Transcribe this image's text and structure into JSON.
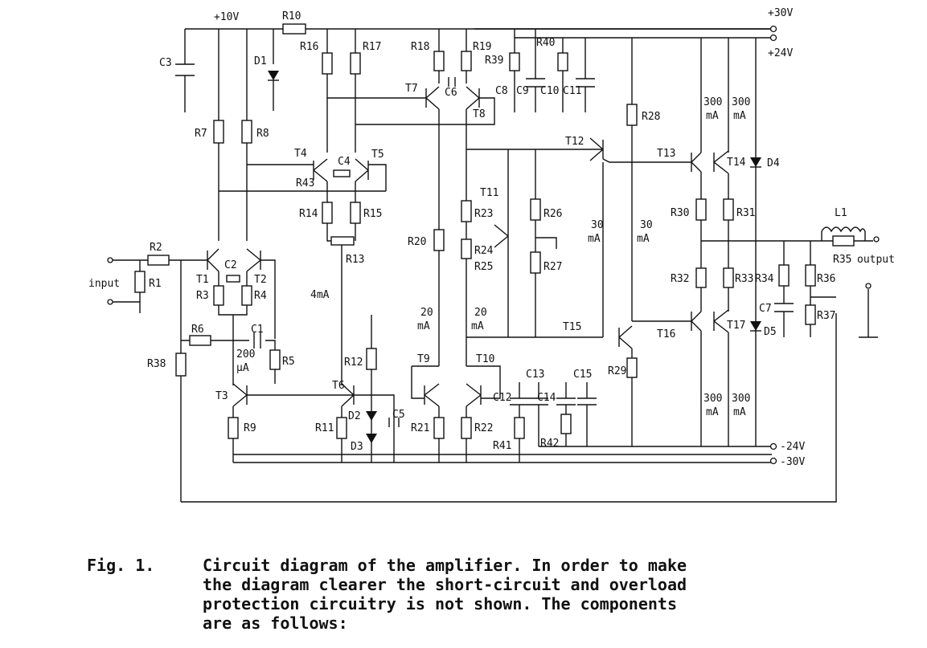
{
  "diagram": {
    "rails": {
      "v10": "+10V",
      "v30": "+30V",
      "v24": "+24V",
      "vm24": "-24V",
      "vm30": "-30V"
    },
    "io": {
      "input": "input",
      "output": "output"
    },
    "components": {
      "R1": "R1",
      "R2": "R2",
      "R3": "R3",
      "R4": "R4",
      "R5": "R5",
      "R6": "R6",
      "R7": "R7",
      "R8": "R8",
      "R9": "R9",
      "R10": "R10",
      "R11": "R11",
      "R12": "R12",
      "R13": "R13",
      "R14": "R14",
      "R15": "R15",
      "R16": "R16",
      "R17": "R17",
      "R18": "R18",
      "R19": "R19",
      "R20": "R20",
      "R21": "R21",
      "R22": "R22",
      "R23": "R23",
      "R24": "R24",
      "R25": "R25",
      "R26": "R26",
      "R27": "R27",
      "R28": "R28",
      "R29": "R29",
      "R30": "R30",
      "R31": "R31",
      "R32": "R32",
      "R33": "R33",
      "R34": "R34",
      "R35": "R35",
      "R36": "R36",
      "R37": "R37",
      "R38": "R38",
      "R39": "R39",
      "R40": "R40",
      "R41": "R41",
      "R42": "R42",
      "R43": "R43",
      "C1": "C1",
      "C2": "C2",
      "C3": "C3",
      "C4": "C4",
      "C5": "C5",
      "C6": "C6",
      "C7": "C7",
      "C8": "C8",
      "C9": "C9",
      "C10": "C10",
      "C11": "C11",
      "C12": "C12",
      "C13": "C13",
      "C14": "C14",
      "C15": "C15",
      "D1": "D1",
      "D2": "D2",
      "D3": "D3",
      "D4": "D4",
      "D5": "D5",
      "L1": "L1",
      "T1": "T1",
      "T2": "T2",
      "T3": "T3",
      "T4": "T4",
      "T5": "T5",
      "T6": "T6",
      "T7": "T7",
      "T8": "T8",
      "T9": "T9",
      "T10": "T10",
      "T11": "T11",
      "T12": "T12",
      "T13": "T13",
      "T14": "T14",
      "T15": "T15",
      "T16": "T16",
      "T17": "T17"
    },
    "currents": {
      "i200": "200",
      "i200u": "μA",
      "i4": "4mA",
      "i20": "20",
      "i20u": "mA",
      "i30": "30",
      "i30u": "mA",
      "i300": "300",
      "i300u": "mA"
    }
  },
  "caption": {
    "label": "Fig. 1.",
    "lines": [
      "Circuit diagram of the amplifier. In order to make",
      "the diagram clearer the short-circuit and overload",
      "protection circuitry is not shown. The components",
      "are as follows:"
    ]
  }
}
